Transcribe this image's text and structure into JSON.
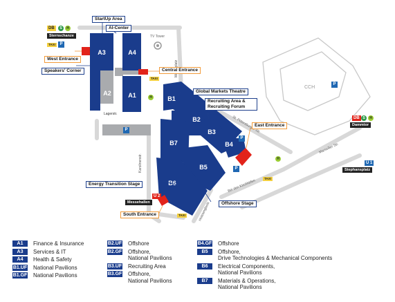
{
  "halls": {
    "a1": "A1",
    "a2": "A2",
    "a3": "A3",
    "a4": "A4",
    "b1": "B1",
    "b2": "B2",
    "b3": "B3",
    "b4": "B4",
    "b5": "B5",
    "b6": "B6",
    "b7": "B7",
    "cch": "CCH"
  },
  "callouts": {
    "startup_area": "StartUp Area",
    "ai_center": "AI-Center",
    "west_entrance": "West Entrance",
    "speakers_corner": "Speakers' Corner",
    "central_entrance": "Central Entrance",
    "global_markets_theatre": "Global Markets Theatre",
    "recruiting_area": "Recruiting Area & Recruiting Forum",
    "east_entrance": "East Entrance",
    "energy_transition_stage": "Energy Transition Stage",
    "south_entrance": "South Entrance",
    "offshore_stage": "Offshore Stage"
  },
  "stations": {
    "sternschanze": "Sternschanze",
    "dammtor": "Dammtor",
    "stephansplatz": "Stephansplatz",
    "messehallen": "Messehallen"
  },
  "badges": {
    "u2": "U 2",
    "u1": "U 1",
    "db": "DB",
    "taxi": "TAXI",
    "parking": "P"
  },
  "labels": {
    "tv_tower": "TV Tower",
    "lagerstr": "Lagerstr."
  },
  "streets": {
    "karolinenstr": "Karolinenstr.",
    "st_petersburger": "St. Petersburger Str.",
    "bei_den_kirchhoefen": "Bei den Kirchhöfen",
    "marseiller": "Marseiller Str.",
    "holstenglacis": "Holstenglacis",
    "messeplatz": "Messeplatz"
  },
  "legend": [
    {
      "code": "A1",
      "desc": "Finance & Insurance"
    },
    {
      "code": "A3",
      "desc": "Services & IT"
    },
    {
      "code": "A4",
      "desc": "Health & Safety"
    },
    {
      "code": "B1.UF",
      "desc": "National Pavilions"
    },
    {
      "code": "B1.GF",
      "desc": "National Pavilions"
    },
    {
      "code": "B2.UF",
      "desc": "Offshore"
    },
    {
      "code": "B2.GF",
      "desc": "Offshore,\nNational Pavilions"
    },
    {
      "code": "B3.UF",
      "desc": "Recruiting Area"
    },
    {
      "code": "B3.GF",
      "desc": "Offshore,\nNational Pavilions"
    },
    {
      "code": "B4.GF",
      "desc": "Offshore"
    },
    {
      "code": "B5",
      "desc": "Offshore,\nDrive Technologies & Mechanical Components"
    },
    {
      "code": "B6",
      "desc": "Electrical Components,\nNational Pavilions"
    },
    {
      "code": "B7",
      "desc": "Materials & Operations,\nNational Pavilions"
    }
  ],
  "colors": {
    "hall": "#1a3c8c",
    "hall_grey": "#a9abae",
    "entrance": "#e2231a",
    "callout_blue": "#1d3f8c",
    "callout_orange": "#f29a38",
    "street": "#d6d6d6"
  }
}
